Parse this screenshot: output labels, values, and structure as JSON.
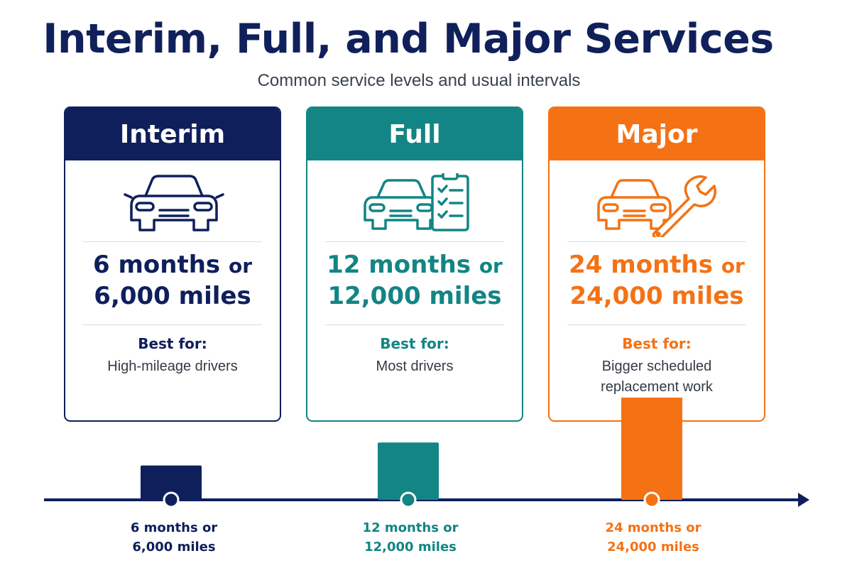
{
  "title": "Interim, Full, and Major Services",
  "subtitle": "Common service levels and usual intervals",
  "colors": {
    "interim": "#0f1f5c",
    "full": "#128584",
    "major": "#f47214"
  },
  "cards": [
    {
      "name": "Interim",
      "interval_line1": "6 months",
      "interval_or": "or",
      "interval_line2": "6,000 miles",
      "best_label": "Best for:",
      "best_desc_1": "High-mileage drivers",
      "best_desc_2": "",
      "icon": "car-icon"
    },
    {
      "name": "Full",
      "interval_line1": "12 months",
      "interval_or": "or",
      "interval_line2": "12,000 miles",
      "best_label": "Best for:",
      "best_desc_1": "Most drivers",
      "best_desc_2": "",
      "icon": "car-checklist-icon"
    },
    {
      "name": "Major",
      "interval_line1": "24 months",
      "interval_or": "or",
      "interval_line2": "24,000 miles",
      "best_label": "Best for:",
      "best_desc_1": "Bigger scheduled",
      "best_desc_2": "replacement work",
      "icon": "car-wrench-icon"
    }
  ],
  "timeline": [
    {
      "label_1": "6 months or",
      "label_2": "6,000 miles",
      "months": 6
    },
    {
      "label_1": "12 months or",
      "label_2": "12,000 miles",
      "months": 12
    },
    {
      "label_1": "24 months or",
      "label_2": "24,000 miles",
      "months": 24
    }
  ]
}
